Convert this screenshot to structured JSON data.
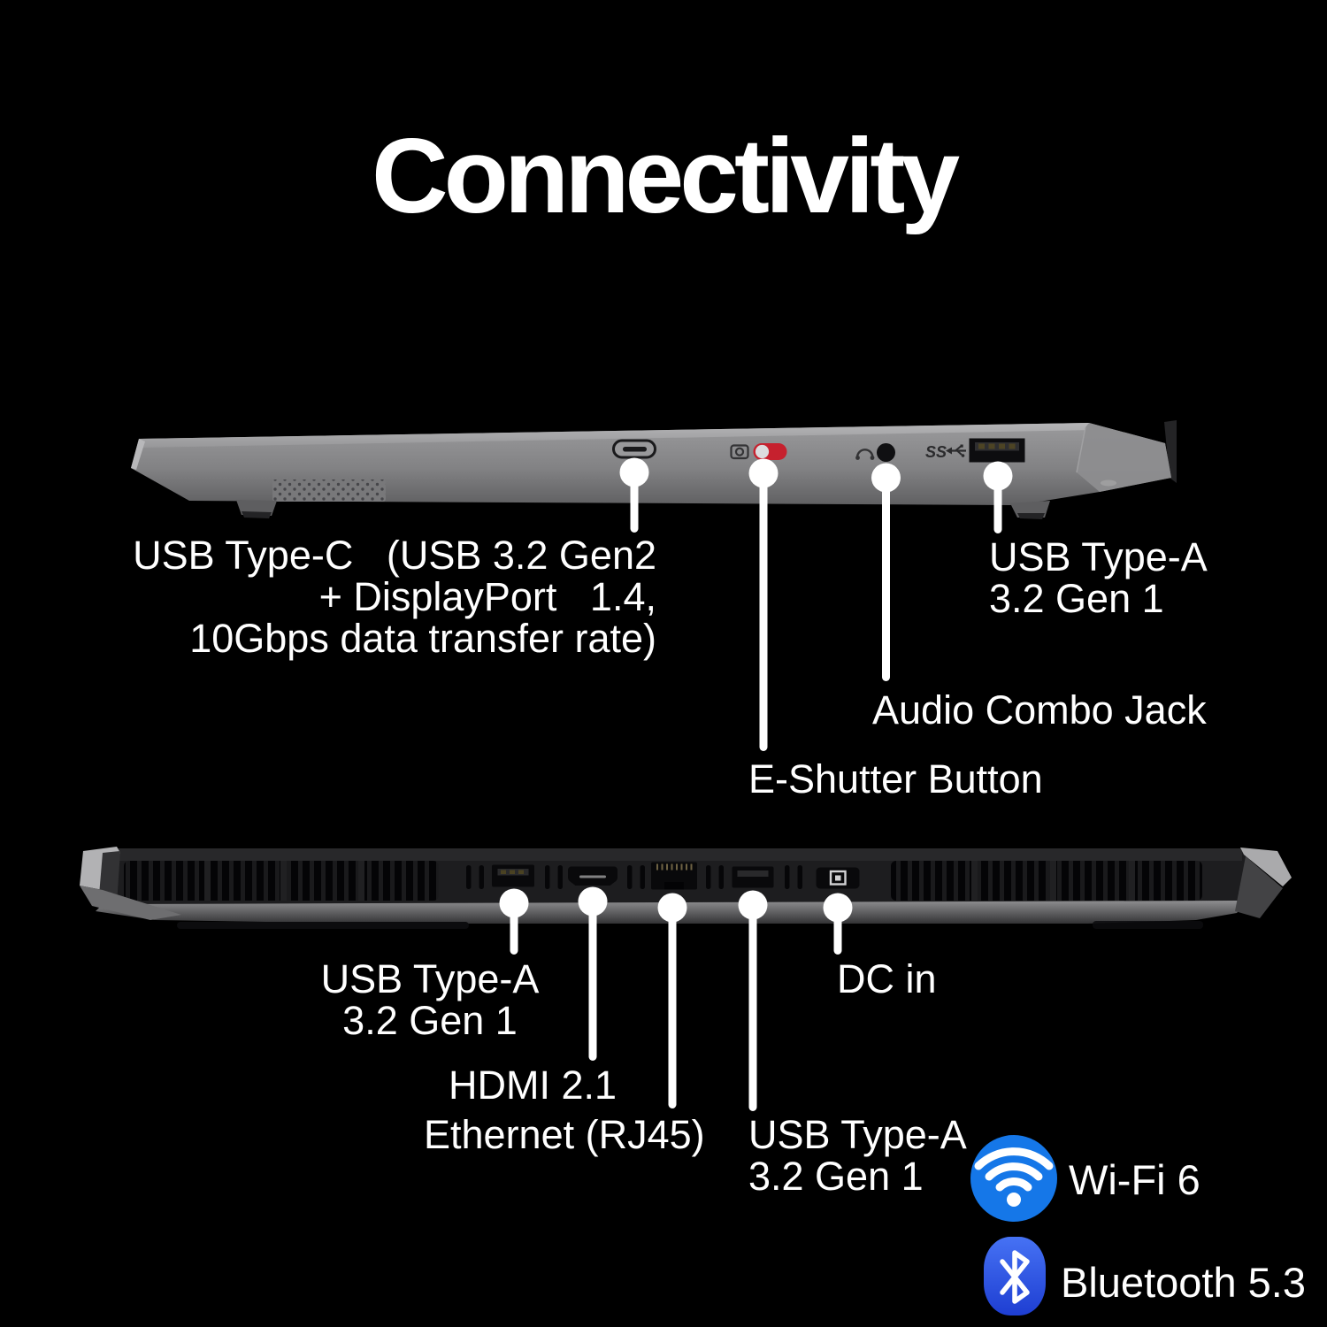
{
  "title": "Connectivity",
  "side_view": {
    "usb_c_label": {
      "line1": "USB Type-C   (USB 3.2 Gen2",
      "line2": "+ DisplayPort   1.4,",
      "line3": "10Gbps data transfer rate)"
    },
    "usb_a_label": {
      "line1": "USB Type-A",
      "line2": "3.2 Gen 1"
    },
    "audio_label": "Audio Combo Jack",
    "e_shutter_label": "E-Shutter Button",
    "usb_port_marking": "SS"
  },
  "rear_view": {
    "usb_a_left_label": {
      "line1": "USB Type-A",
      "line2": "3.2 Gen 1"
    },
    "hdmi_label": "HDMI 2.1",
    "ethernet_label": "Ethernet (RJ45)",
    "usb_a_right_label": {
      "line1": "USB Type-A",
      "line2": "3.2 Gen 1"
    },
    "dc_in_label": "DC in"
  },
  "wireless": {
    "wifi_label": "Wi-Fi 6",
    "bluetooth_label": "Bluetooth 5.3"
  },
  "colors": {
    "background": "#000000",
    "text": "#ffffff",
    "e_shutter_red": "#c6212e",
    "wifi_blue": "#1577e8",
    "bluetooth_blue": "#2b4fe0",
    "laptop_silver": "#8f8f91",
    "laptop_dark": "#1d1d1f",
    "callout_white": "#ffffff"
  }
}
